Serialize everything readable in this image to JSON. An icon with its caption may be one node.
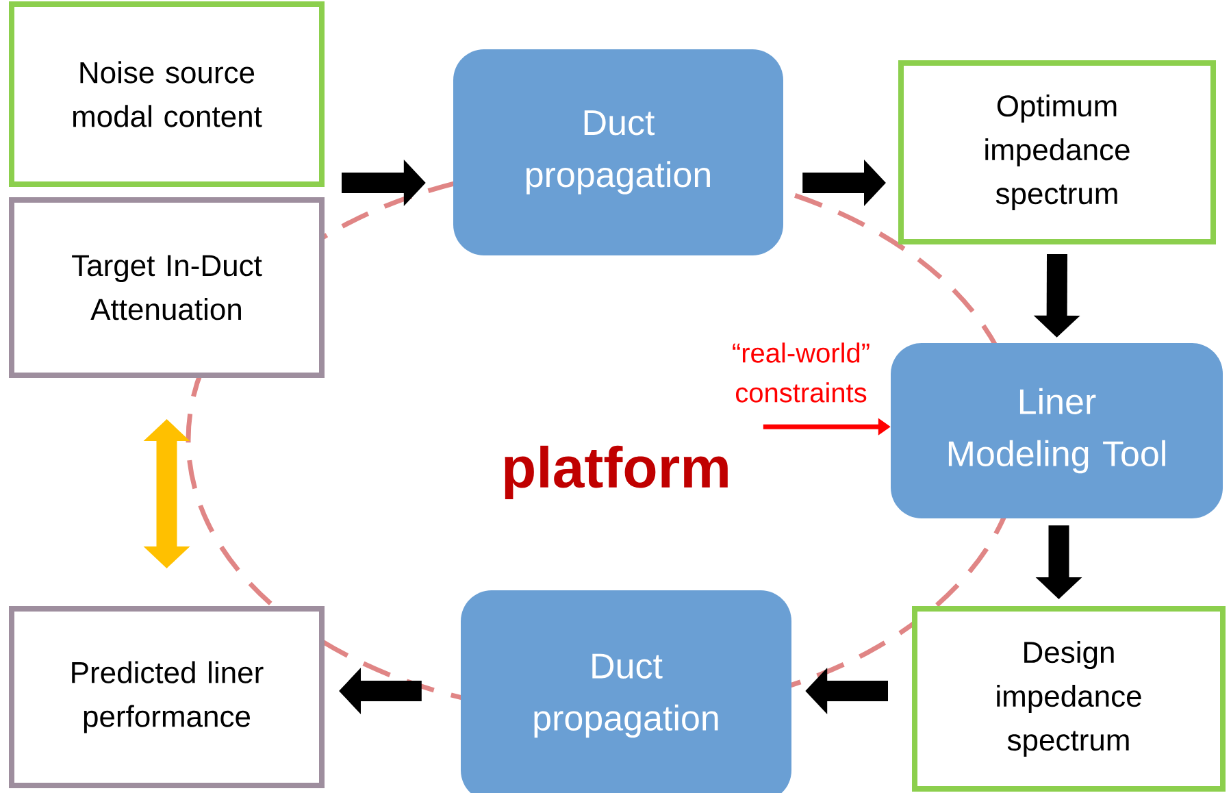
{
  "diagram": {
    "nodes": [
      {
        "text": [
          "Noise source modal content"
        ]
      },
      {
        "text": [
          "Target In-Duct Attenuation"
        ]
      },
      {
        "text": [
          "Duct propagation"
        ]
      },
      {
        "text": [
          "Optimum impedance spectrum"
        ]
      },
      {
        "text": [
          "Liner Modeling Tool"
        ]
      },
      {
        "text": [
          "Design impedance spectrum"
        ]
      },
      {
        "text": [
          "Duct propagation"
        ]
      },
      {
        "text": [
          "Predicted liner performance"
        ]
      },
      {
        "text": [
          "“real-world” constraints"
        ]
      }
    ],
    "edges": [
      {
        "from": 0,
        "to": 2,
        "arrow": "to"
      },
      {
        "from": 2,
        "to": 3,
        "arrow": "to"
      },
      {
        "from": 3,
        "to": 4,
        "arrow": "to"
      },
      {
        "from": 4,
        "to": 5,
        "arrow": "to"
      },
      {
        "from": 5,
        "to": 6,
        "arrow": "to"
      },
      {
        "from": 6,
        "to": 7,
        "arrow": "to"
      },
      {
        "from": 1,
        "to": 7,
        "arrow": "both",
        "color": "#ffc000"
      },
      {
        "from": 8,
        "to": 4,
        "arrow": "to",
        "color": "#ff0000"
      }
    ],
    "labels": [
      "platform"
    ]
  }
}
